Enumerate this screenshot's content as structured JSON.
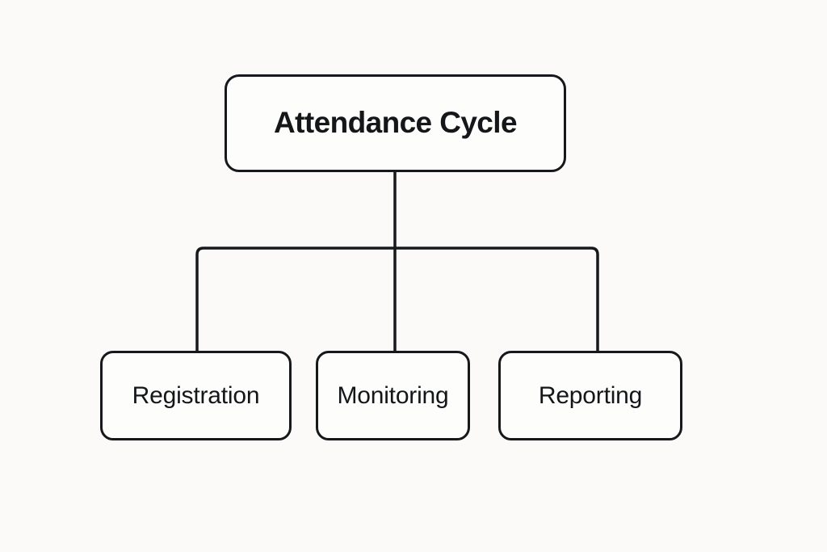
{
  "diagram": {
    "title": "Attendance Cycle",
    "type": "hierarchy-tree",
    "background_color": "#fbfaf8",
    "node_fill_color": "#fdfdfc",
    "stroke_color": "#16181c",
    "root": {
      "id": "root",
      "label": "Attendance Cycle",
      "emphasis": "bold"
    },
    "children": [
      {
        "id": "registration",
        "label": "Registration"
      },
      {
        "id": "monitoring",
        "label": "Monitoring"
      },
      {
        "id": "reporting",
        "label": "Reporting"
      }
    ],
    "connectors": [
      {
        "id": "root-to-bus",
        "from": "root",
        "to": "bus",
        "kind": "vertical-line"
      },
      {
        "id": "bus-to-registration",
        "from": "bus",
        "to": "registration",
        "kind": "elbow"
      },
      {
        "id": "bus-to-monitoring",
        "from": "bus",
        "to": "monitoring",
        "kind": "vertical-line"
      },
      {
        "id": "bus-to-reporting",
        "from": "bus",
        "to": "reporting",
        "kind": "elbow"
      }
    ]
  }
}
